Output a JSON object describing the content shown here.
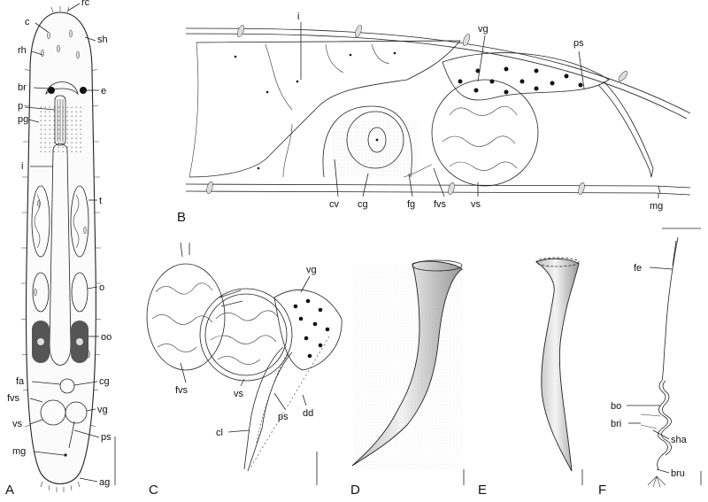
{
  "figure": {
    "panels": [
      "A",
      "B",
      "C",
      "D",
      "E",
      "F"
    ],
    "panel_a_labels": {
      "rc": "rc",
      "c": "c",
      "sh": "sh",
      "rh": "rh",
      "br": "br",
      "e": "e",
      "p": "p",
      "pg": "pg",
      "i": "i",
      "t": "t",
      "o": "o",
      "oo": "oo",
      "fa": "fa",
      "cg": "cg",
      "fvs": "fvs",
      "vg": "vg",
      "vs": "vs",
      "mg": "mg",
      "ps": "ps",
      "ag": "ag"
    },
    "panel_b_labels": {
      "i": "i",
      "vg": "vg",
      "ps": "ps",
      "cv": "cv",
      "cg": "cg",
      "fg": "fg",
      "fvs": "fvs",
      "vs": "vs",
      "mg": "mg"
    },
    "panel_c_labels": {
      "vg": "vg",
      "fvs": "fvs",
      "vs": "vs",
      "ps": "ps",
      "dd": "dd",
      "cl": "cl"
    },
    "panel_f_labels": {
      "fe": "fe",
      "bo": "bo",
      "bri": "bri",
      "sha": "sha",
      "bru": "bru"
    }
  }
}
